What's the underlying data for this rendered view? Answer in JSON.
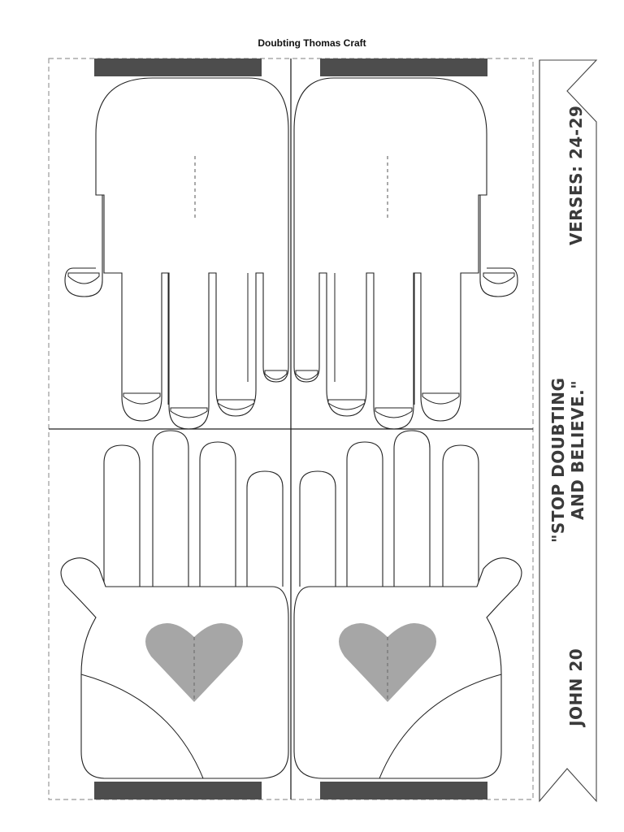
{
  "title": "Doubting Thomas Craft",
  "banner": {
    "reference": "JOHN 20",
    "quote_line1": "\"STOP DOUBTING",
    "quote_line2": "AND BELIEVE.\"",
    "verses": "VERSES: 24-29"
  },
  "colors": {
    "tab": "#4d4d4d",
    "heart": "#a6a6a6",
    "outline": "#222222",
    "cut_border": "#999999"
  },
  "icons": [
    "heart-icon",
    "hand-outline"
  ]
}
